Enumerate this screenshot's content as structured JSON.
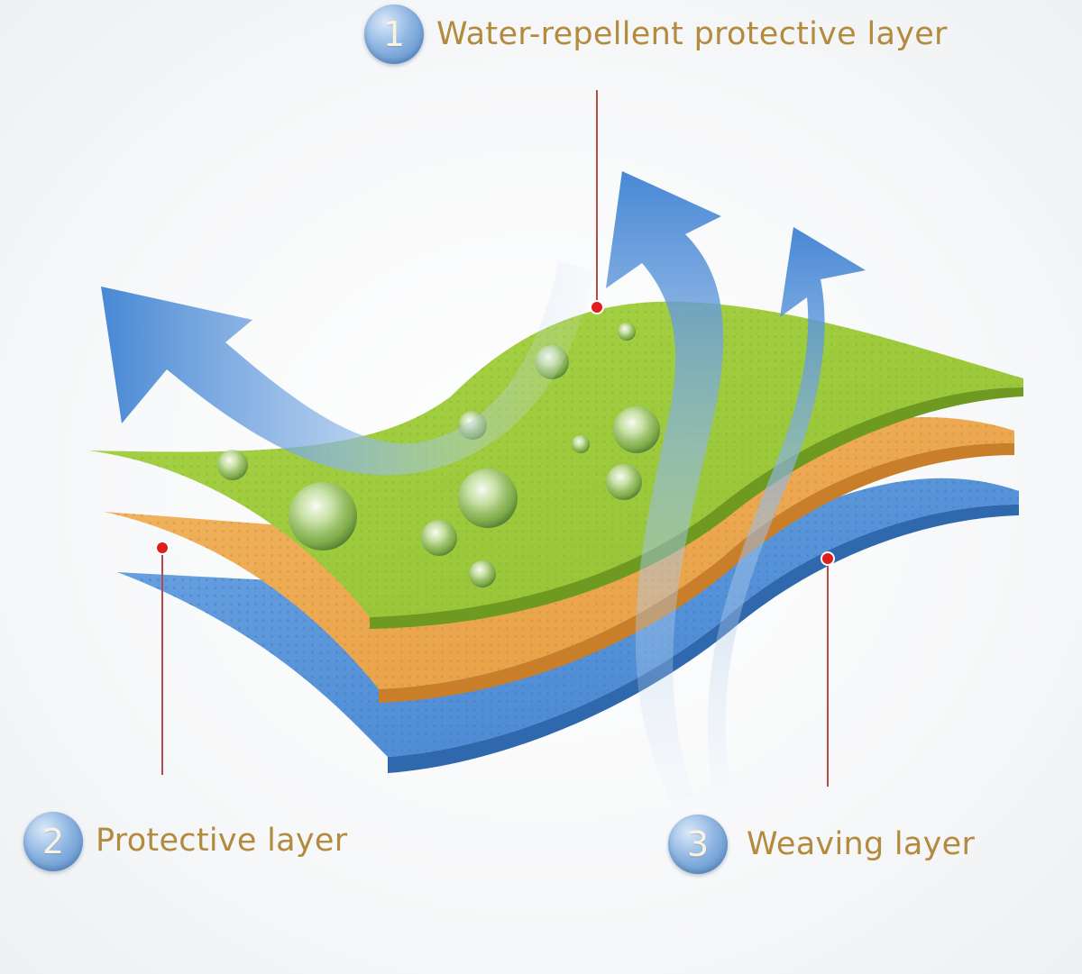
{
  "layers": [
    {
      "number": "1",
      "label": "Water-repellent protective layer",
      "color": "#9cc93a"
    },
    {
      "number": "2",
      "label": "Protective layer",
      "color": "#e8a148"
    },
    {
      "number": "3",
      "label": "Weaving layer",
      "color": "#4e8fd6"
    }
  ],
  "colors": {
    "label_text": "#b38a3e",
    "badge": "#6f9fd4",
    "leader_line": "#b44a4a",
    "leader_dot": "#e01e1e",
    "arrow": "#4f8fd6"
  },
  "icons": [
    "water-droplet-icon",
    "airflow-arrow-icon"
  ]
}
